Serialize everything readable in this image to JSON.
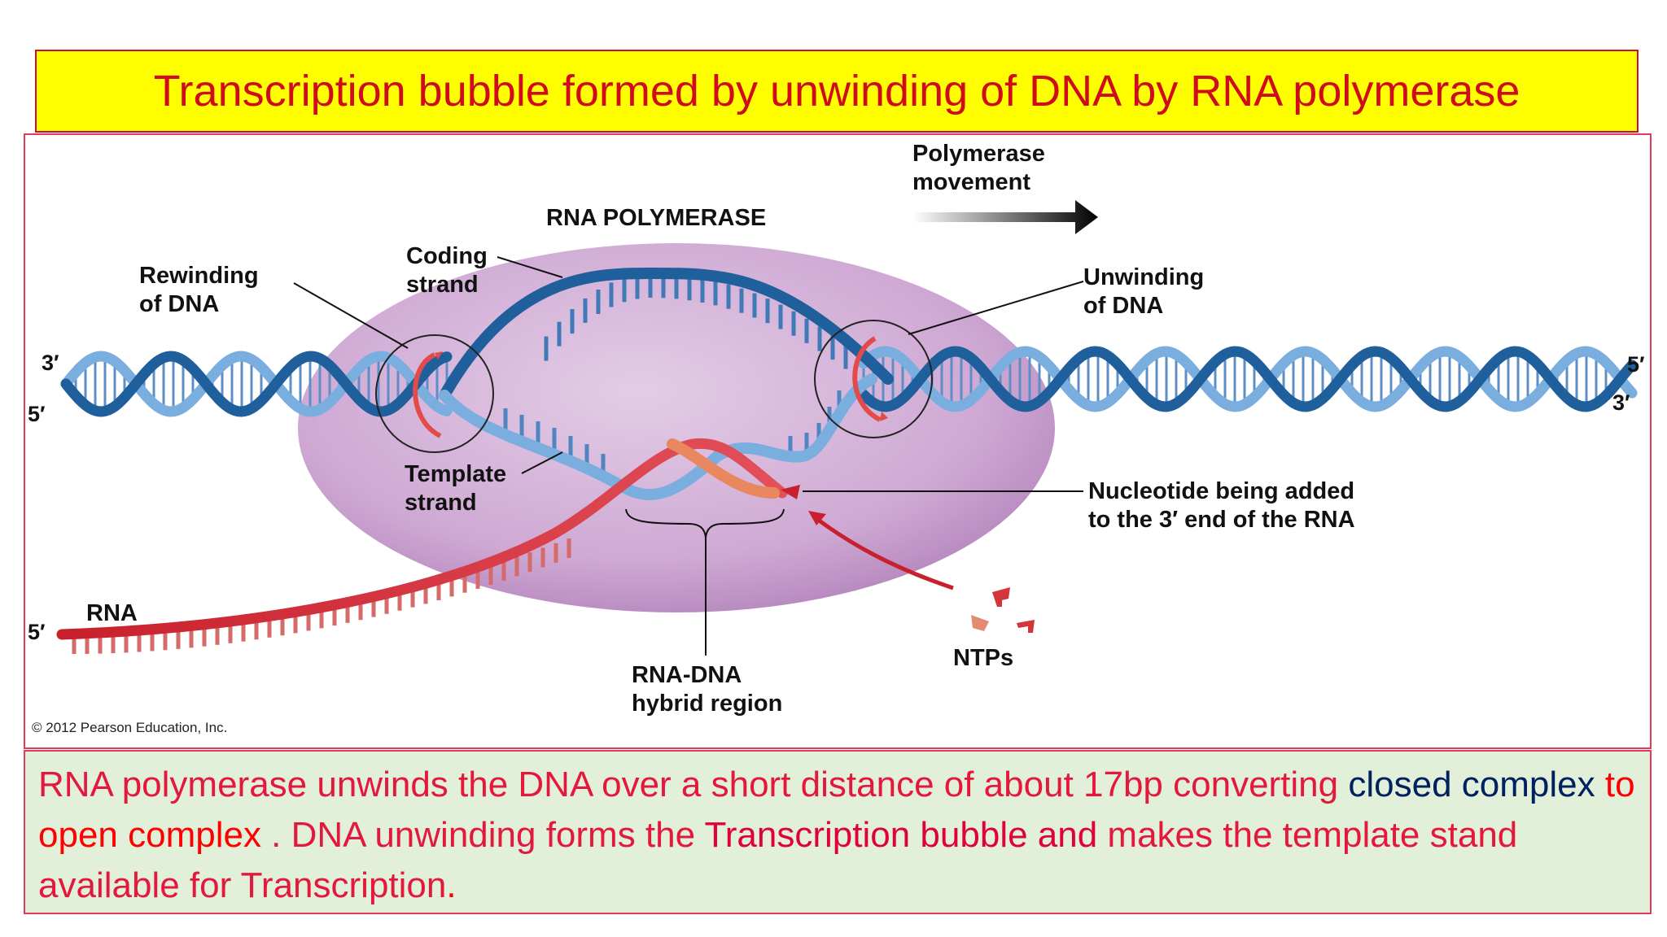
{
  "title": "Transcription bubble formed by unwinding of DNA by RNA polymerase",
  "diagram": {
    "enzyme_label": "RNA POLYMERASE",
    "movement_label_line1": "Polymerase",
    "movement_label_line2": "movement",
    "rewinding_line1": "Rewinding",
    "rewinding_line2": "of DNA",
    "unwinding_line1": "Unwinding",
    "unwinding_line2": "of DNA",
    "coding_line1": "Coding",
    "coding_line2": "strand",
    "template_line1": "Template",
    "template_line2": "strand",
    "nucleotide_line1": "Nucleotide being added",
    "nucleotide_line2": "to the 3′ end of the RNA",
    "ntps": "NTPs",
    "hybrid_line1": "RNA-DNA",
    "hybrid_line2": "hybrid region",
    "rna": "RNA",
    "end_left_top": "3′",
    "end_left_bottom": "5′",
    "end_right_top": "5′",
    "end_right_bottom": "3′",
    "end_rna": "5′",
    "copyright": "© 2012 Pearson Education, Inc."
  },
  "caption": {
    "part1": "RNA polymerase unwinds the DNA over a short distance of about 17bp converting ",
    "closed_complex": "closed complex",
    "to": " to ",
    "open_complex": "open complex",
    "part2": " . DNA unwinding forms the ",
    "bubble": "Transcription bubble and",
    "part3": " makes the template stand available for Transcription",
    "period": "."
  },
  "colors": {
    "title_bg": "#ffff00",
    "title_text": "#d00c1c",
    "caption_bg": "#e2efd9",
    "enzyme": "#c9a6cf",
    "dna_dark": "#1f5f9c",
    "dna_light": "#7aaedf",
    "rna": "#c8202c"
  }
}
